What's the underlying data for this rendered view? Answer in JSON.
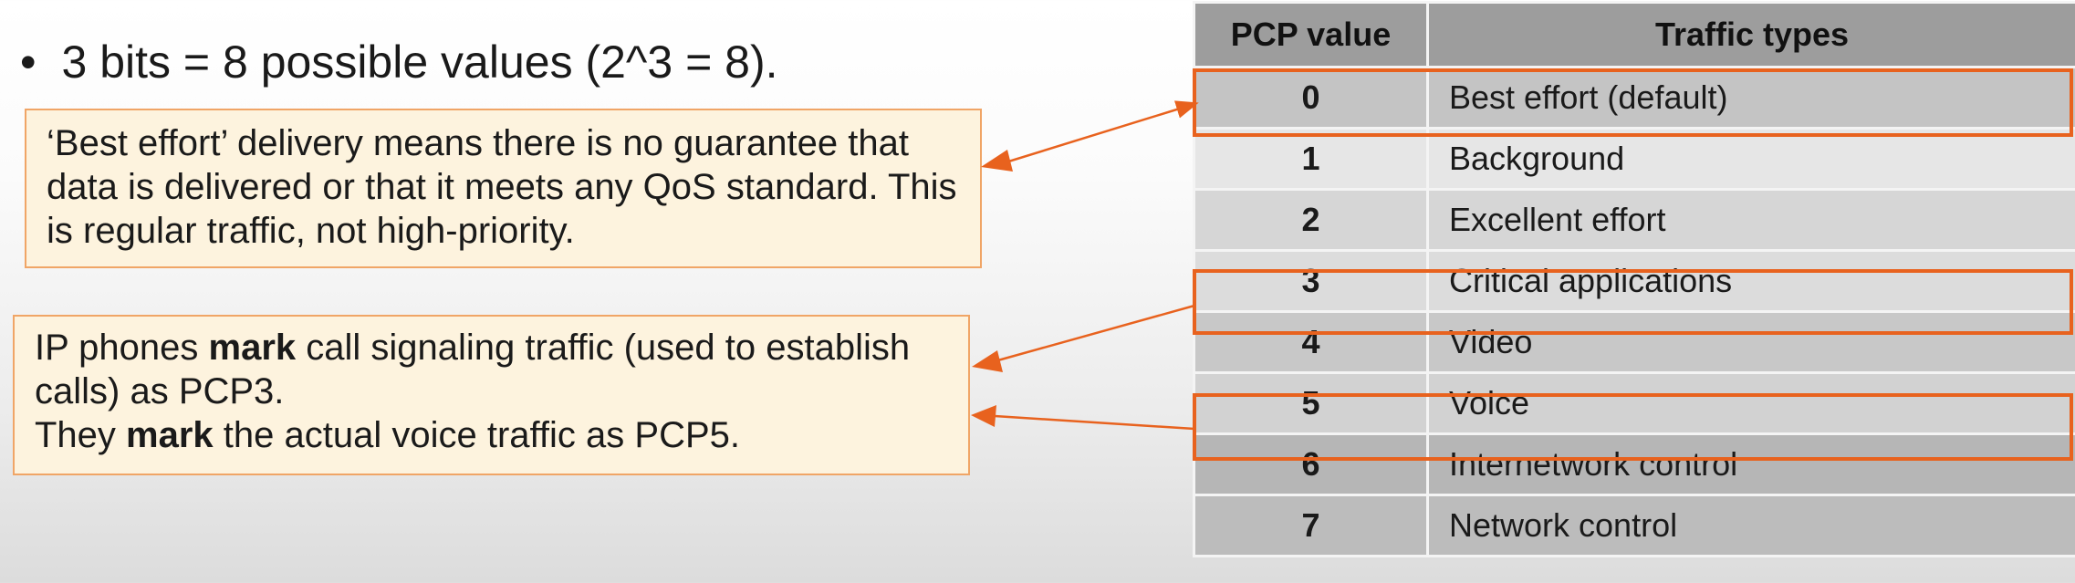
{
  "bullet": {
    "symbol": "•",
    "text": "3 bits = 8 possible values (2^3 = 8)."
  },
  "note_best_effort": {
    "text": "‘Best effort’ delivery means there is no guarantee that data is delivered or that it meets any QoS standard.  This is regular traffic, not high-priority."
  },
  "note_phones": {
    "line1_a": "IP phones ",
    "line1_bold": "mark",
    "line1_b": " call signaling traffic (used to establish calls) as PCP3.",
    "line2_a": "They ",
    "line2_bold": "mark",
    "line2_b": " the actual voice traffic as PCP5."
  },
  "table": {
    "headers": [
      "PCP value",
      "Traffic types"
    ],
    "rows": [
      {
        "value": "0",
        "type": "Best effort (default)"
      },
      {
        "value": "1",
        "type": "Background"
      },
      {
        "value": "2",
        "type": "Excellent effort"
      },
      {
        "value": "3",
        "type": "Critical applications"
      },
      {
        "value": "4",
        "type": "Video"
      },
      {
        "value": "5",
        "type": "Voice"
      },
      {
        "value": "6",
        "type": "Internetwork control"
      },
      {
        "value": "7",
        "type": "Network control"
      }
    ]
  },
  "colors": {
    "highlight": "#e8621e",
    "note_fill": "#fdf3de",
    "note_border": "#f0a566"
  }
}
